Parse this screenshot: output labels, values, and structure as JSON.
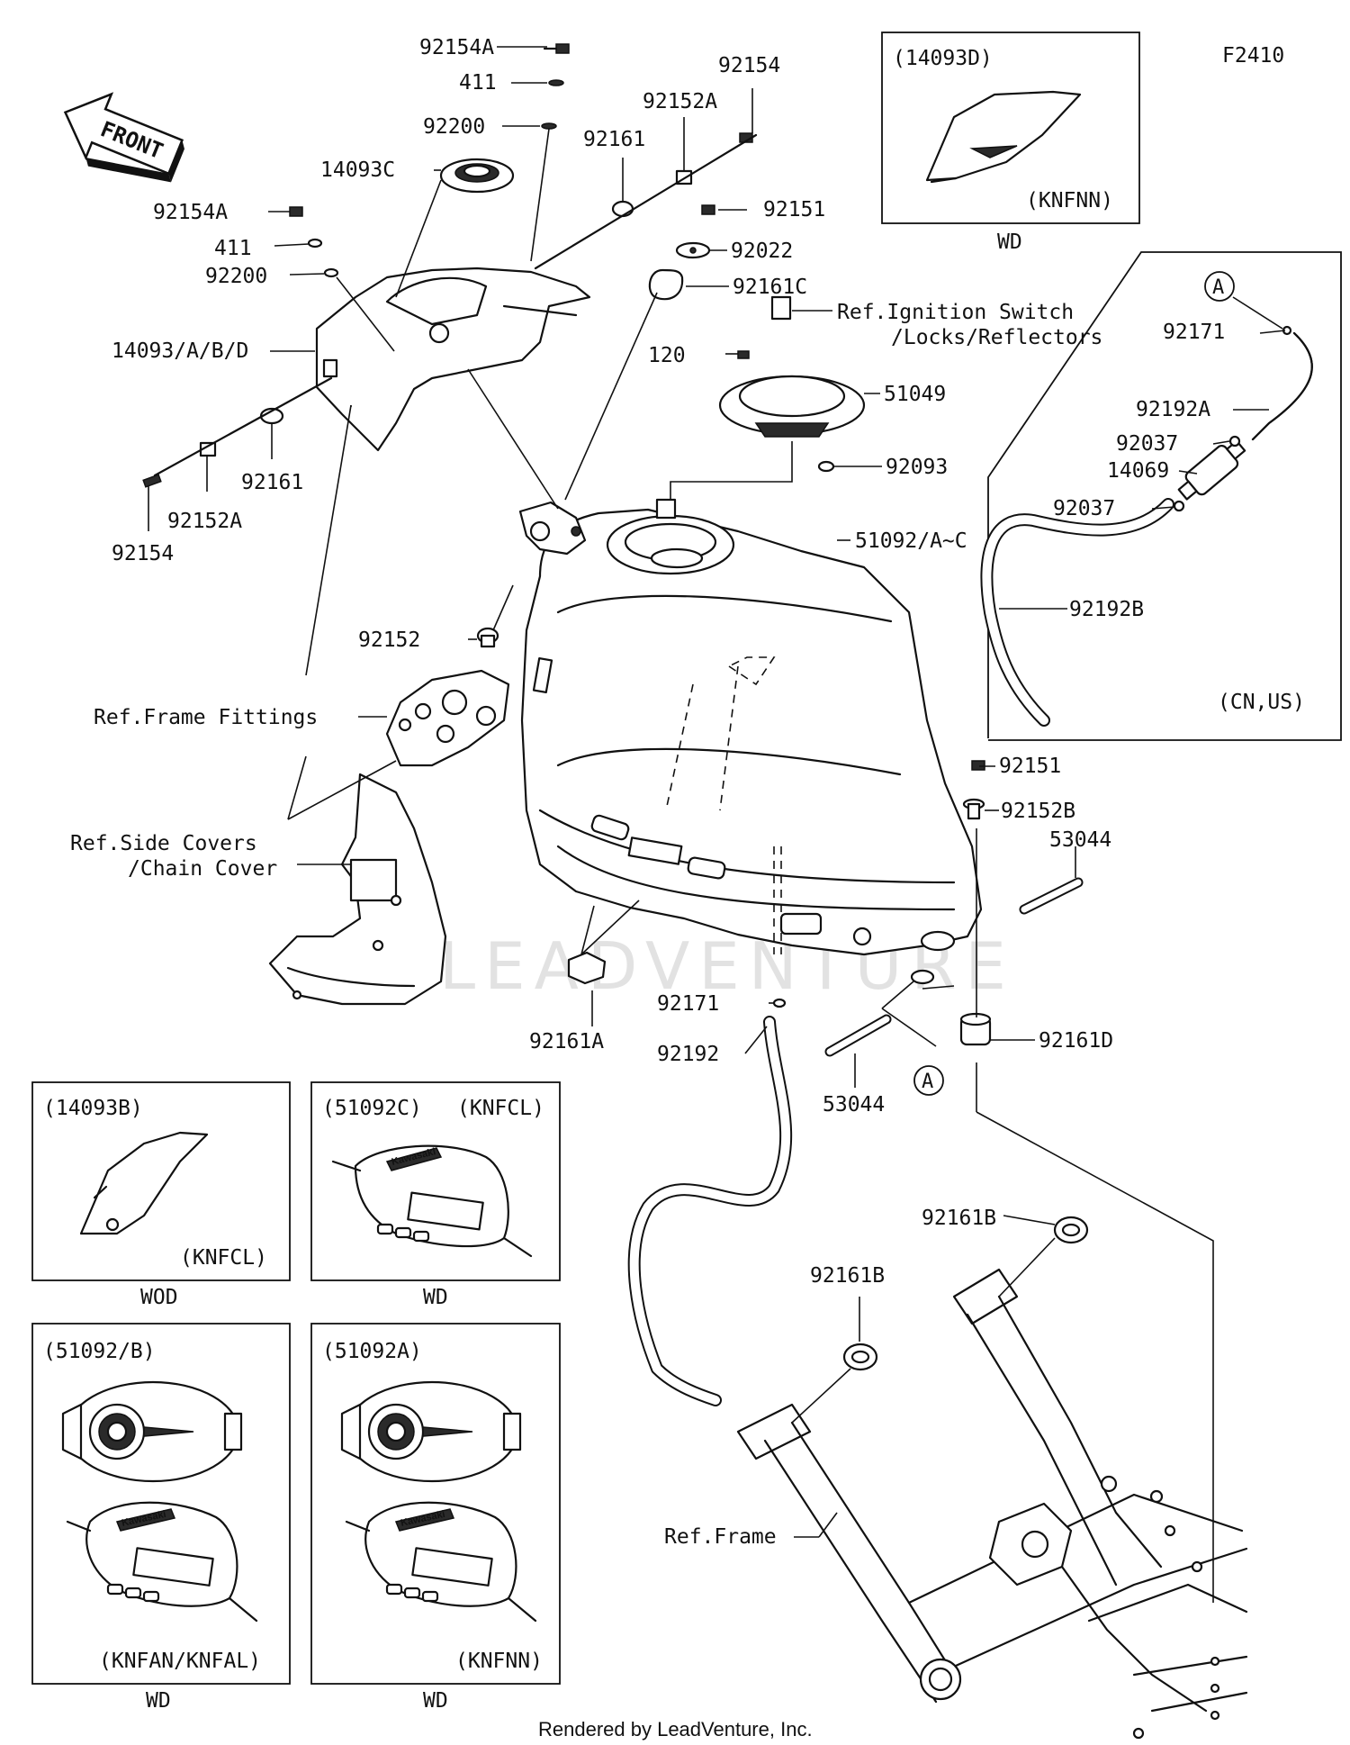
{
  "figure_code": "F2410",
  "front_arrow": "FRONT",
  "watermark": "LEADVENTURE",
  "footer": "Rendered by LeadVenture, Inc.",
  "callouts": {
    "c1": "92154A",
    "c2": "411",
    "c3": "92200",
    "c4": "92154",
    "c5": "92152A",
    "c6": "92161",
    "c7": "14093C",
    "c8": "92154A",
    "c9": "411",
    "c10": "92200",
    "c11": "92151",
    "c12": "92022",
    "c13": "92161C",
    "c14": "14093/A/B/D",
    "c15": "Ref.Ignition Switch",
    "c16": "/Locks/Reflectors",
    "c17": "120",
    "c18": "51049",
    "c19": "92093",
    "c20": "92161",
    "c21": "92152A",
    "c22": "92154",
    "c23": "51092/A~C",
    "c24": "92152",
    "c25": "Ref.Frame Fittings",
    "c26": "Ref.Side Covers",
    "c27": "/Chain Cover",
    "c28": "92151",
    "c29": "92152B",
    "c30": "53044",
    "c31": "92161A",
    "c32": "92171",
    "c33": "92192",
    "c34": "92161D",
    "c35": "53044",
    "c36": "A",
    "c37": "92161B",
    "c38": "92161B",
    "c39": "Ref.Frame",
    "c40": "A",
    "c41": "92171",
    "c42": "92192A",
    "c43": "92037",
    "c44": "14069",
    "c45": "92037",
    "c46": "92192B"
  },
  "variant_boxes": {
    "b1": {
      "code": "(14093D)",
      "model": "(KNFNN)",
      "tag": "WD"
    },
    "b2": {
      "model": "(CN,US)"
    },
    "b3": {
      "code": "(14093B)",
      "model": "(KNFCL)",
      "tag": "WOD"
    },
    "b4": {
      "code": "(51092C)",
      "model": "(KNFCL)",
      "tag": "WD"
    },
    "b5": {
      "code": "(51092/B)",
      "model": "(KNFAN/KNFAL)",
      "tag": "WD"
    },
    "b6": {
      "code": "(51092A)",
      "model": "(KNFNN)",
      "tag": "WD"
    }
  },
  "tank_logo": "Kawasaki"
}
